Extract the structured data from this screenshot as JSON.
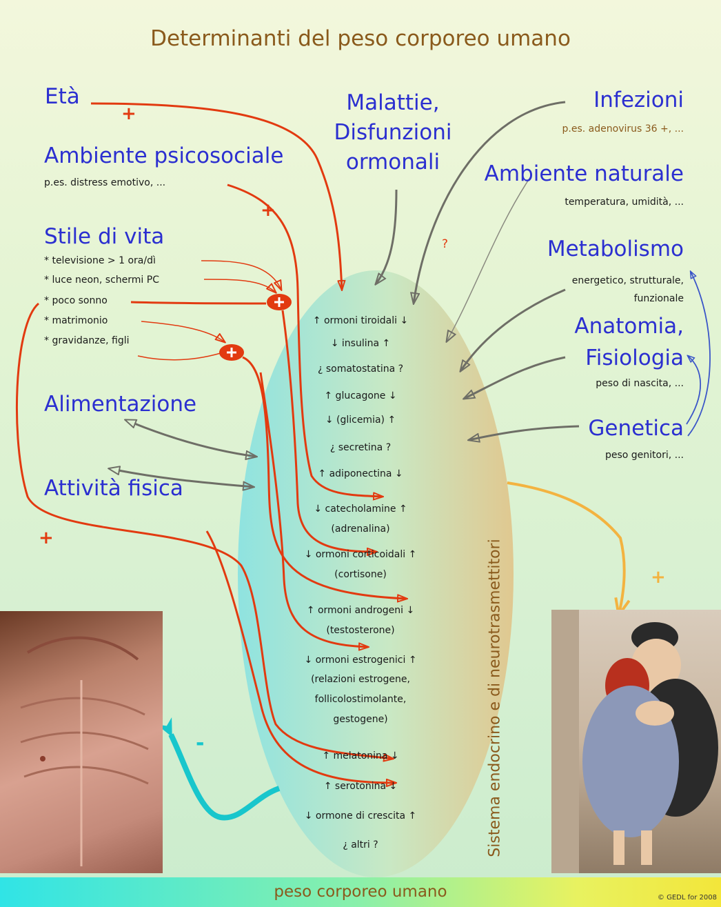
{
  "title": "Determinanti del peso corporeo umano",
  "factors": {
    "eta": "Età",
    "ambiente_psicosociale": {
      "label": "Ambiente psicosociale",
      "sub": "p.es. distress emotivo, ..."
    },
    "stile_di_vita": {
      "label": "Stile di vita",
      "items": [
        "* televisione > 1 ora/dì",
        "* luce neon, schermi PC",
        "* poco sonno",
        "* matrimonio",
        "* gravidanze, figli"
      ]
    },
    "alimentazione": "Alimentazione",
    "attivita_fisica": "Attività fisica",
    "malattie": [
      "Malattie,",
      "Disfunzioni",
      "ormonali"
    ],
    "infezioni": {
      "label": "Infezioni",
      "sub": "p.es. adenovirus 36 +, ..."
    },
    "ambiente_naturale": {
      "label": "Ambiente naturale",
      "sub": "temperatura, umidità, ..."
    },
    "metabolismo": {
      "label": "Metabolismo",
      "sub": [
        "energetico, strutturale,",
        "funzionale"
      ]
    },
    "anatomia": {
      "label": [
        "Anatomia,",
        "Fisiologia"
      ],
      "sub": "peso di nascita, ..."
    },
    "genetica": {
      "label": "Genetica",
      "sub": "peso genitori, ..."
    }
  },
  "signs": {
    "plus": "+",
    "minus": "-",
    "question": "?"
  },
  "hormones": [
    "↑ ormoni tiroidali ↓",
    "↓ insulina ↑",
    "¿ somatostatina ?",
    "↑ glucagone ↓",
    "↓ (glicemia) ↑",
    "¿ secretina ?",
    "↑ adiponectina ↓",
    "↓ catecholamine ↑",
    "(adrenalina)",
    "↓ ormoni corticoidali ↑",
    "(cortisone)",
    "↑ ormoni androgeni ↓",
    "(testosterone)",
    "↓ ormoni estrogenici ↑",
    "(relazioni estrogene,",
    "follicolostimolante,",
    "gestogene)",
    "↑ melatonina ↓",
    "↑ serotonina ↓",
    "↓ ormone di crescita ↑",
    "¿ altri ?"
  ],
  "system_label": "Sistema endocrino e di neurotrasmettitori",
  "footer": {
    "label": "peso corporeo umano",
    "credit": "© GEDL for 2008"
  },
  "colors": {
    "title": "#8a5a1c",
    "factor": "#2b2fd0",
    "red_arrow": "#e23a10",
    "grey_arrow": "#6e6e66",
    "blue_arrow": "#3a55c8",
    "cyan_arrow": "#18c6cc",
    "orange_arrow": "#f3b340"
  }
}
